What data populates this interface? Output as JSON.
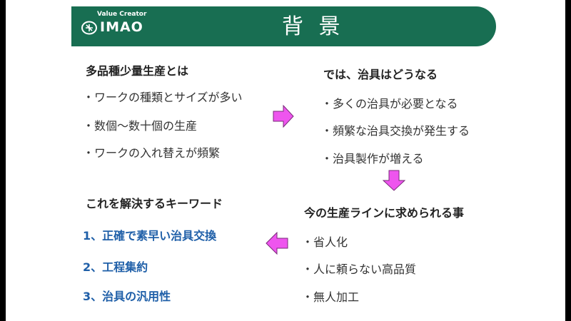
{
  "header": {
    "title": "背 景",
    "logo_tagline": "Value Creator",
    "logo_word": "IMAO",
    "logo_mark": "imao-logo-icon",
    "color": "#186e52"
  },
  "sections": {
    "top_left": {
      "heading": "多品種少量生産とは",
      "items": [
        "・ワークの種類とサイズが多い",
        "・数個〜数十個の生産",
        "・ワークの入れ替えが頻繁"
      ]
    },
    "top_right": {
      "heading": "では、治具はどうなる",
      "items": [
        "・多くの治具が必要となる",
        "・頻繁な治具交換が発生する",
        "・治具製作が増える"
      ]
    },
    "bottom_right": {
      "heading": "今の生産ラインに求められる事",
      "items": [
        "・省人化",
        "・人に頼らない高品質",
        "・無人加工"
      ]
    },
    "bottom_left": {
      "heading": "これを解決するキーワード",
      "items": [
        "1、正確で素早い治具交換",
        "2、工程集約",
        "3、治具の汎用性"
      ],
      "color": "#1f5fa8"
    }
  },
  "arrows": {
    "color": "#ee55ee",
    "right": "arrow-right-icon",
    "down": "arrow-down-icon",
    "left": "arrow-left-icon"
  }
}
